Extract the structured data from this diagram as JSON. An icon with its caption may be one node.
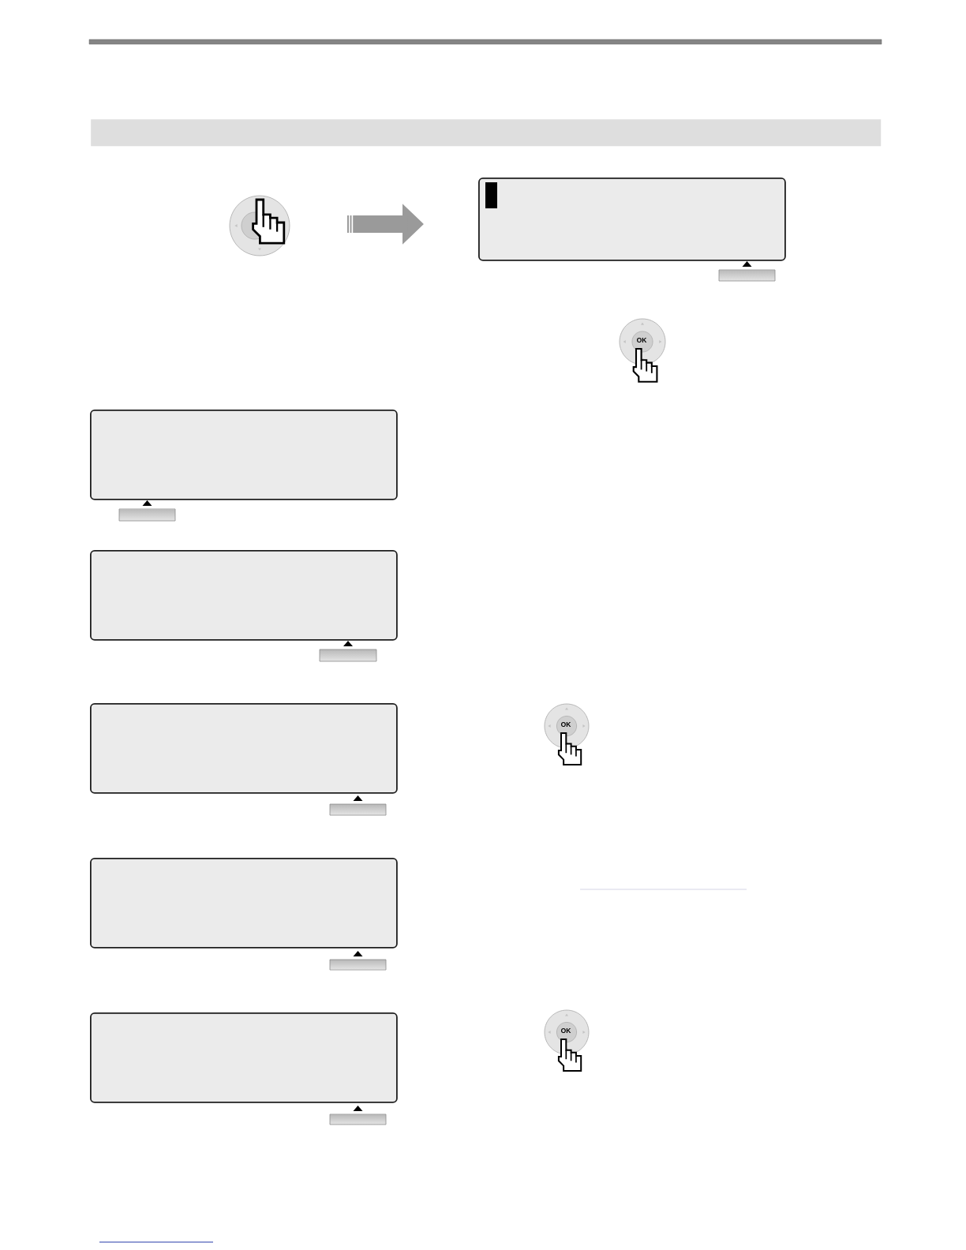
{
  "diagram": {
    "nodes": [
      {
        "text": [],
        "shape": "bar"
      },
      {
        "text": [],
        "shape": "picture"
      },
      {
        "text": [],
        "shape": "box"
      },
      {
        "text": [],
        "shape": "box"
      },
      {
        "text": [],
        "shape": "box"
      },
      {
        "text": [],
        "shape": "box"
      },
      {
        "text": [],
        "shape": "box"
      },
      {
        "text": [],
        "shape": "box"
      }
    ],
    "edges": [
      {
        "from": 1,
        "to": 2,
        "arrow": "to"
      }
    ],
    "labels": [
      "OK",
      "OK",
      "OK"
    ]
  }
}
